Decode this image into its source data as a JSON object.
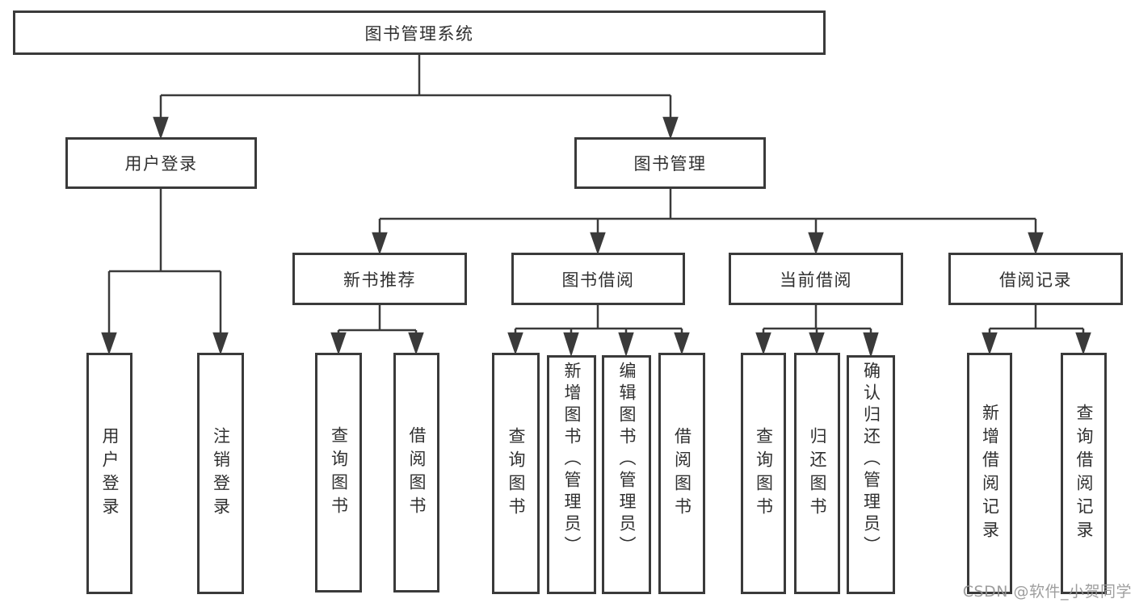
{
  "diagram": {
    "root": {
      "label": "图书管理系统"
    },
    "level2": [
      {
        "id": "user-login",
        "label": "用户登录"
      },
      {
        "id": "book-management",
        "label": "图书管理"
      }
    ],
    "level3": [
      {
        "id": "new-book-recommend",
        "label": "新书推荐"
      },
      {
        "id": "book-borrowing",
        "label": "图书借阅"
      },
      {
        "id": "current-borrowing",
        "label": "当前借阅"
      },
      {
        "id": "borrowing-records",
        "label": "借阅记录"
      }
    ],
    "leaves": {
      "user_login": [
        "用户登录",
        "注销登录"
      ],
      "new_book_recommend": [
        "查询图书",
        "借阅图书"
      ],
      "book_borrowing": [
        "查询图书",
        "新增图书（管理员）",
        "编辑图书（管理员）",
        "借阅图书"
      ],
      "current_borrowing": [
        "查询图书",
        "归还图书",
        "确认归还（管理员）"
      ],
      "borrowing_records": [
        "新增借阅记录",
        "查询借阅记录"
      ]
    },
    "watermark": "CSDN @软件_小贺同学"
  },
  "colors": {
    "line": "#3a3a3a",
    "text": "#303030",
    "box_background": "#ffffff",
    "watermark": "#949494"
  }
}
